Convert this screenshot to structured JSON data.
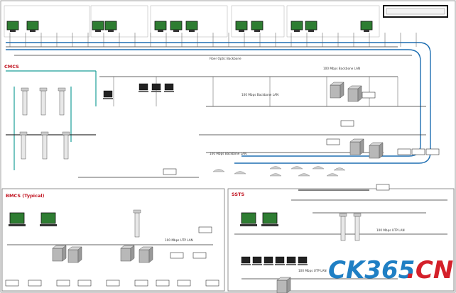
{
  "sections": {
    "cmcs": "CMCS",
    "bmcs_typical": "BMCS (Typical)",
    "ssts": "SSTS"
  },
  "ring": {
    "top_backbone_label": "Fiber Optic Backbone",
    "lan_main": "100 Mbps Backbone LAN",
    "lan_secondary": "100 Mbps Backbone LAN",
    "lan_tertiary": "100 Mbps Backbone LAN",
    "lan_bmcs": "100 Mbps UTP LAN",
    "lan_ssts": "100 Mbps UTP LAN",
    "lan_ssts_upper": "100 Mbps UTP LAN"
  },
  "watermark": {
    "ck": "CK365",
    "cn": ".CN"
  },
  "colors": {
    "screen_green": "#2e7d32",
    "ring_blue": "#1f6fb2",
    "teal": "#1a9e98",
    "line": "#333333",
    "label_red": "#c0121f"
  }
}
